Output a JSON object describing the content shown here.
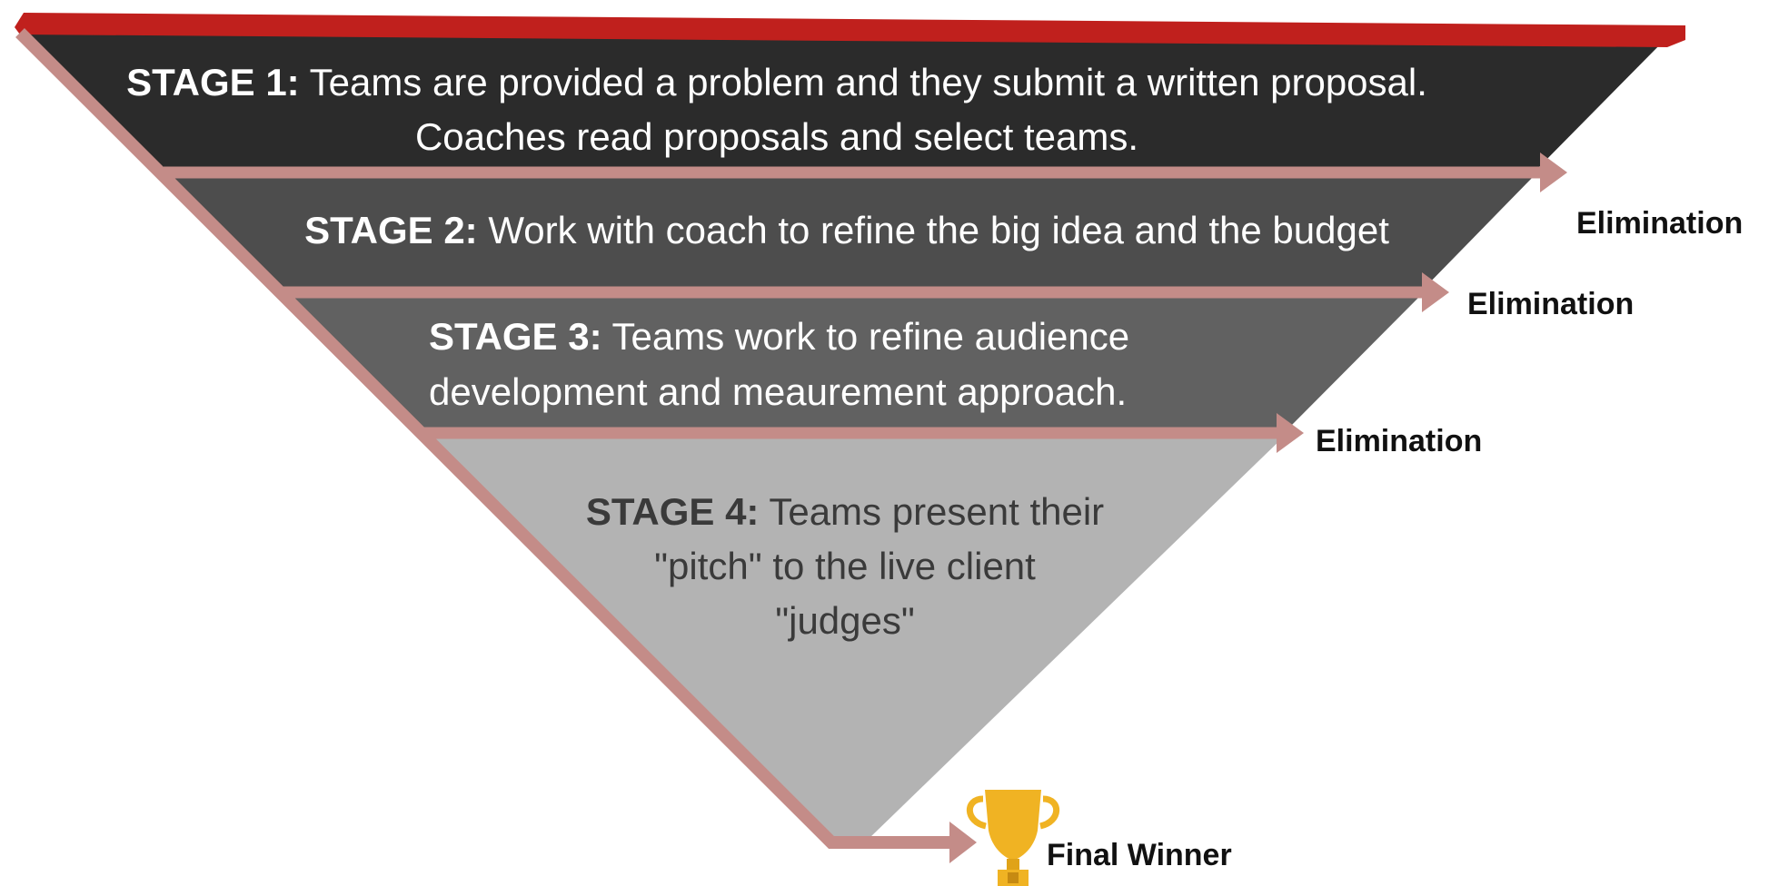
{
  "colors": {
    "top_bar": "#c0201d",
    "stage1_band": "#2b2b2b",
    "stage2_band": "#4d4d4d",
    "stage3_band": "#616161",
    "stage4_band": "#b3b3b3",
    "arrow": "#c48c88",
    "trophy": "#f0b323"
  },
  "stages": [
    {
      "label": "STAGE 1:",
      "line1": " Teams are provided a problem and they submit a written proposal.",
      "line2": "Coaches read proposals and select teams.",
      "outcome": "Elimination"
    },
    {
      "label": "STAGE 2:",
      "line1": " Work with coach to refine the big idea and the budget",
      "outcome": "Elimination"
    },
    {
      "label": "STAGE 3:",
      "line1": " Teams work to refine audience",
      "line2": "development and meaurement approach.",
      "outcome": "Elimination"
    },
    {
      "label": "STAGE 4:",
      "line1": " Teams present their",
      "line2": "\"pitch\" to the live client",
      "line3": "\"judges\""
    }
  ],
  "final": {
    "label": "Final Winner",
    "icon": "trophy-icon"
  }
}
